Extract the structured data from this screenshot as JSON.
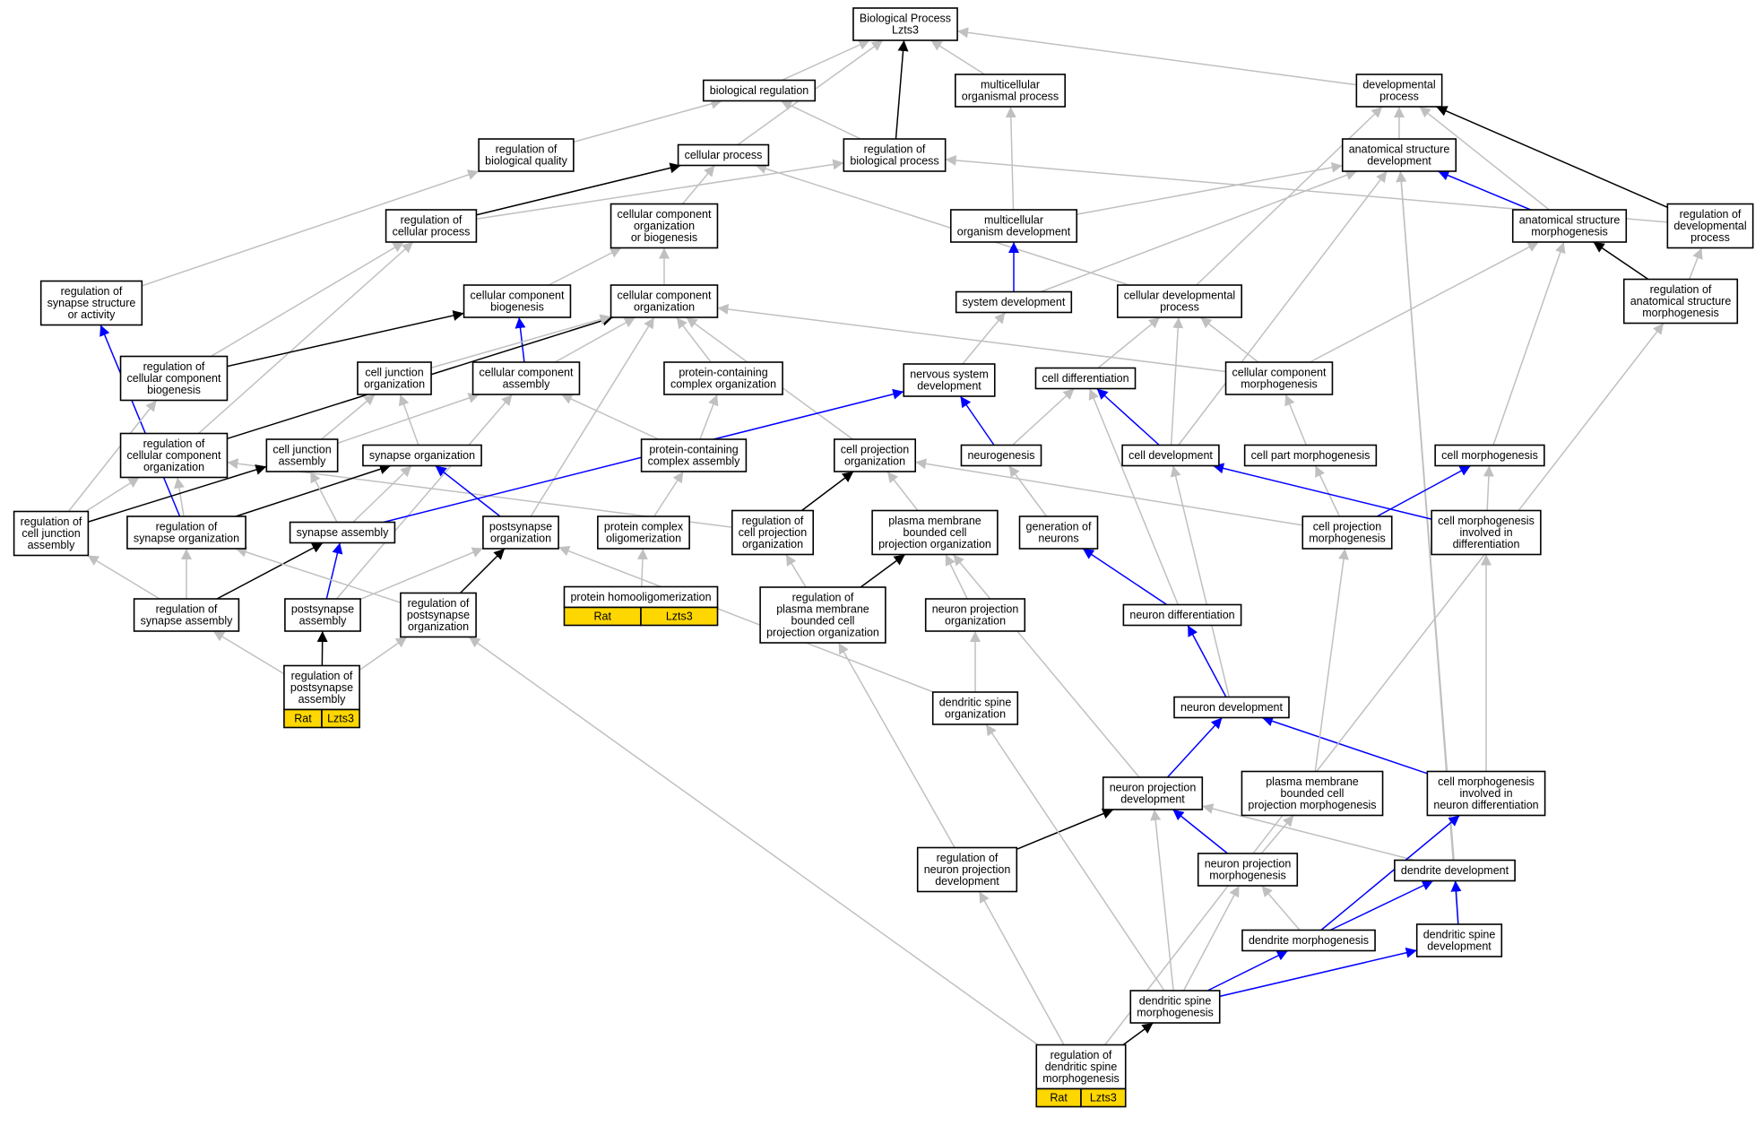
{
  "colors": {
    "is_a": "#C0C0C0",
    "part_of": "#0000FF",
    "regulates": "#000000",
    "annotation": "#FFD700"
  },
  "nodes": [
    {
      "id": "root",
      "label": "Biological Process\nLzts3"
    },
    {
      "id": "bioreg",
      "label": "biological regulation"
    },
    {
      "id": "mop",
      "label": "multicellular\norganismal process"
    },
    {
      "id": "devp",
      "label": "developmental\nprocess"
    },
    {
      "id": "rbq",
      "label": "regulation of\nbiological quality"
    },
    {
      "id": "cp",
      "label": "cellular process"
    },
    {
      "id": "rbp",
      "label": "regulation of\nbiological process"
    },
    {
      "id": "asd",
      "label": "anatomical structure\ndevelopment"
    },
    {
      "id": "rcp",
      "label": "regulation of\ncellular process"
    },
    {
      "id": "ccob",
      "label": "cellular component\norganization\nor biogenesis"
    },
    {
      "id": "mod",
      "label": "multicellular\norganism development"
    },
    {
      "id": "asm",
      "label": "anatomical structure\nmorphogenesis"
    },
    {
      "id": "rdp",
      "label": "regulation of\ndevelopmental\nprocess"
    },
    {
      "id": "rssa",
      "label": "regulation of\nsynapse structure\nor activity"
    },
    {
      "id": "ccb",
      "label": "cellular component\nbiogenesis"
    },
    {
      "id": "cco",
      "label": "cellular component\norganization"
    },
    {
      "id": "sysd",
      "label": "system development"
    },
    {
      "id": "cdp",
      "label": "cellular developmental\nprocess"
    },
    {
      "id": "rasm",
      "label": "regulation of\nanatomical structure\nmorphogenesis"
    },
    {
      "id": "rccb",
      "label": "regulation of\ncellular component\nbiogenesis"
    },
    {
      "id": "cjo",
      "label": "cell junction\norganization"
    },
    {
      "id": "cca",
      "label": "cellular component\nassembly"
    },
    {
      "id": "pcco",
      "label": "protein-containing\ncomplex organization"
    },
    {
      "id": "nsd",
      "label": "nervous system\ndevelopment"
    },
    {
      "id": "cdiff",
      "label": "cell differentiation"
    },
    {
      "id": "ccm",
      "label": "cellular component\nmorphogenesis"
    },
    {
      "id": "rcco",
      "label": "regulation of\ncellular component\norganization"
    },
    {
      "id": "cja",
      "label": "cell junction\nassembly"
    },
    {
      "id": "so",
      "label": "synapse organization"
    },
    {
      "id": "pcca",
      "label": "protein-containing\ncomplex assembly"
    },
    {
      "id": "cpo",
      "label": "cell projection\norganization"
    },
    {
      "id": "neurog",
      "label": "neurogenesis"
    },
    {
      "id": "celldev",
      "label": "cell development"
    },
    {
      "id": "cpm",
      "label": "cell part morphogenesis"
    },
    {
      "id": "cm",
      "label": "cell morphogenesis"
    },
    {
      "id": "rcja",
      "label": "regulation of\ncell junction\nassembly"
    },
    {
      "id": "rso",
      "label": "regulation of\nsynapse organization"
    },
    {
      "id": "sa",
      "label": "synapse assembly"
    },
    {
      "id": "pso",
      "label": "postsynapse\norganization"
    },
    {
      "id": "pco",
      "label": "protein complex\noligomerization"
    },
    {
      "id": "rcpo",
      "label": "regulation of\ncell projection\norganization"
    },
    {
      "id": "pmbcpo",
      "label": "plasma membrane\nbounded cell\nprojection organization"
    },
    {
      "id": "gon",
      "label": "generation of\nneurons"
    },
    {
      "id": "cprojm",
      "label": "cell projection\nmorphogenesis"
    },
    {
      "id": "cmid",
      "label": "cell morphogenesis\ninvolved in\ndifferentiation"
    },
    {
      "id": "rsa",
      "label": "regulation of\nsynapse assembly"
    },
    {
      "id": "psa",
      "label": "postsynapse\nassembly"
    },
    {
      "id": "rpso",
      "label": "regulation of\npostsynapse\norganization"
    },
    {
      "id": "pho",
      "label": "protein homooligomerization",
      "annot": [
        "Rat",
        "Lzts3"
      ]
    },
    {
      "id": "rpmbcpo",
      "label": "regulation of\nplasma membrane\nbounded cell\nprojection organization"
    },
    {
      "id": "npo",
      "label": "neuron projection\norganization"
    },
    {
      "id": "ndiff",
      "label": "neuron differentiation"
    },
    {
      "id": "rpsa",
      "label": "regulation of\npostsynapse\nassembly",
      "annot": [
        "Rat",
        "Lzts3"
      ]
    },
    {
      "id": "dso",
      "label": "dendritic spine\norganization"
    },
    {
      "id": "nd",
      "label": "neuron development"
    },
    {
      "id": "npd",
      "label": "neuron projection\ndevelopment"
    },
    {
      "id": "pmbcpm",
      "label": "plasma membrane\nbounded cell\nprojection morphogenesis"
    },
    {
      "id": "cmind",
      "label": "cell morphogenesis\ninvolved in\nneuron differentiation"
    },
    {
      "id": "rnpd",
      "label": "regulation of\nneuron projection\ndevelopment"
    },
    {
      "id": "npm",
      "label": "neuron projection\nmorphogenesis"
    },
    {
      "id": "dd",
      "label": "dendrite development"
    },
    {
      "id": "dm",
      "label": "dendrite morphogenesis"
    },
    {
      "id": "dsd",
      "label": "dendritic spine\ndevelopment"
    },
    {
      "id": "dsm",
      "label": "dendritic spine\nmorphogenesis"
    },
    {
      "id": "rdsm",
      "label": "regulation of\ndendritic spine\nmorphogenesis",
      "annot": [
        "Rat",
        "Lzts3"
      ]
    }
  ],
  "edges": [
    {
      "from": "bioreg",
      "to": "root",
      "type": "is_a"
    },
    {
      "from": "mop",
      "to": "root",
      "type": "is_a"
    },
    {
      "from": "devp",
      "to": "root",
      "type": "is_a"
    },
    {
      "from": "cp",
      "to": "root",
      "type": "is_a"
    },
    {
      "from": "rbp",
      "to": "root",
      "type": "regulates"
    },
    {
      "from": "rbq",
      "to": "bioreg",
      "type": "is_a"
    },
    {
      "from": "rbp",
      "to": "bioreg",
      "type": "is_a"
    },
    {
      "from": "asd",
      "to": "devp",
      "type": "is_a"
    },
    {
      "from": "rdp",
      "to": "devp",
      "type": "regulates"
    },
    {
      "from": "asm",
      "to": "devp",
      "type": "is_a"
    },
    {
      "from": "cdp",
      "to": "devp",
      "type": "is_a"
    },
    {
      "from": "rssa",
      "to": "rbq",
      "type": "is_a"
    },
    {
      "from": "rcp",
      "to": "cp",
      "type": "regulates"
    },
    {
      "from": "rcp",
      "to": "rbp",
      "type": "is_a"
    },
    {
      "from": "ccob",
      "to": "cp",
      "type": "is_a"
    },
    {
      "from": "cdp",
      "to": "cp",
      "type": "is_a"
    },
    {
      "from": "rdp",
      "to": "rbp",
      "type": "is_a"
    },
    {
      "from": "mod",
      "to": "mop",
      "type": "is_a"
    },
    {
      "from": "mod",
      "to": "asd",
      "type": "is_a"
    },
    {
      "from": "sysd",
      "to": "asd",
      "type": "is_a"
    },
    {
      "from": "asm",
      "to": "asd",
      "type": "part_of"
    },
    {
      "from": "celldev",
      "to": "asd",
      "type": "is_a"
    },
    {
      "from": "dd",
      "to": "asd",
      "type": "is_a"
    },
    {
      "from": "dsd",
      "to": "asd",
      "type": "is_a"
    },
    {
      "from": "sysd",
      "to": "mod",
      "type": "part_of"
    },
    {
      "from": "rasm",
      "to": "asm",
      "type": "regulates"
    },
    {
      "from": "rasm",
      "to": "rdp",
      "type": "is_a"
    },
    {
      "from": "ccm",
      "to": "asm",
      "type": "is_a"
    },
    {
      "from": "cm",
      "to": "asm",
      "type": "is_a"
    },
    {
      "from": "rccb",
      "to": "rcp",
      "type": "is_a"
    },
    {
      "from": "rcco",
      "to": "rcp",
      "type": "is_a"
    },
    {
      "from": "ccb",
      "to": "ccob",
      "type": "is_a"
    },
    {
      "from": "cco",
      "to": "ccob",
      "type": "is_a"
    },
    {
      "from": "rccb",
      "to": "ccb",
      "type": "regulates"
    },
    {
      "from": "cca",
      "to": "ccb",
      "type": "part_of"
    },
    {
      "from": "rcco",
      "to": "cco",
      "type": "regulates"
    },
    {
      "from": "cjo",
      "to": "cco",
      "type": "is_a"
    },
    {
      "from": "cca",
      "to": "cco",
      "type": "is_a"
    },
    {
      "from": "pcco",
      "to": "cco",
      "type": "is_a"
    },
    {
      "from": "ccm",
      "to": "cco",
      "type": "is_a"
    },
    {
      "from": "cpo",
      "to": "cco",
      "type": "is_a"
    },
    {
      "from": "pso",
      "to": "cco",
      "type": "is_a"
    },
    {
      "from": "nsd",
      "to": "sysd",
      "type": "is_a"
    },
    {
      "from": "cdiff",
      "to": "cdp",
      "type": "is_a"
    },
    {
      "from": "celldev",
      "to": "cdp",
      "type": "is_a"
    },
    {
      "from": "ccm",
      "to": "cdp",
      "type": "is_a"
    },
    {
      "from": "rso",
      "to": "rssa",
      "type": "part_of"
    },
    {
      "from": "rcja",
      "to": "rccb",
      "type": "is_a"
    },
    {
      "from": "rcja",
      "to": "rcco",
      "type": "is_a"
    },
    {
      "from": "rso",
      "to": "rcco",
      "type": "is_a"
    },
    {
      "from": "rcpo",
      "to": "rcco",
      "type": "is_a"
    },
    {
      "from": "cja",
      "to": "cjo",
      "type": "is_a"
    },
    {
      "from": "cja",
      "to": "cca",
      "type": "is_a"
    },
    {
      "from": "pcca",
      "to": "cca",
      "type": "is_a"
    },
    {
      "from": "psa",
      "to": "cca",
      "type": "is_a"
    },
    {
      "from": "pcca",
      "to": "pcco",
      "type": "is_a"
    },
    {
      "from": "so",
      "to": "cjo",
      "type": "is_a"
    },
    {
      "from": "sa",
      "to": "nsd",
      "type": "part_of"
    },
    {
      "from": "neurog",
      "to": "nsd",
      "type": "part_of"
    },
    {
      "from": "neurog",
      "to": "cdiff",
      "type": "is_a"
    },
    {
      "from": "celldev",
      "to": "cdiff",
      "type": "part_of"
    },
    {
      "from": "ndiff",
      "to": "cdiff",
      "type": "is_a"
    },
    {
      "from": "cpm",
      "to": "ccm",
      "type": "is_a"
    },
    {
      "from": "rcja",
      "to": "cja",
      "type": "regulates"
    },
    {
      "from": "rso",
      "to": "so",
      "type": "regulates"
    },
    {
      "from": "sa",
      "to": "so",
      "type": "is_a"
    },
    {
      "from": "sa",
      "to": "cja",
      "type": "is_a"
    },
    {
      "from": "pso",
      "to": "so",
      "type": "part_of"
    },
    {
      "from": "pco",
      "to": "pcca",
      "type": "is_a"
    },
    {
      "from": "rcpo",
      "to": "cpo",
      "type": "regulates"
    },
    {
      "from": "pmbcpo",
      "to": "cpo",
      "type": "is_a"
    },
    {
      "from": "cprojm",
      "to": "cpo",
      "type": "is_a"
    },
    {
      "from": "gon",
      "to": "neurog",
      "type": "is_a"
    },
    {
      "from": "nd",
      "to": "celldev",
      "type": "is_a"
    },
    {
      "from": "cprojm",
      "to": "cpm",
      "type": "is_a"
    },
    {
      "from": "cmid",
      "to": "cm",
      "type": "is_a"
    },
    {
      "from": "cprojm",
      "to": "cm",
      "type": "part_of"
    },
    {
      "from": "cmid",
      "to": "celldev",
      "type": "part_of"
    },
    {
      "from": "rsa",
      "to": "rcja",
      "type": "is_a"
    },
    {
      "from": "rsa",
      "to": "rso",
      "type": "is_a"
    },
    {
      "from": "rsa",
      "to": "sa",
      "type": "regulates"
    },
    {
      "from": "psa",
      "to": "sa",
      "type": "part_of"
    },
    {
      "from": "psa",
      "to": "pso",
      "type": "is_a"
    },
    {
      "from": "rpso",
      "to": "pso",
      "type": "regulates"
    },
    {
      "from": "rpso",
      "to": "rso",
      "type": "is_a"
    },
    {
      "from": "pho",
      "to": "pco",
      "type": "is_a"
    },
    {
      "from": "rpmbcpo",
      "to": "rcpo",
      "type": "is_a"
    },
    {
      "from": "rpmbcpo",
      "to": "pmbcpo",
      "type": "regulates"
    },
    {
      "from": "npo",
      "to": "pmbcpo",
      "type": "is_a"
    },
    {
      "from": "ndiff",
      "to": "gon",
      "type": "part_of"
    },
    {
      "from": "nd",
      "to": "ndiff",
      "type": "part_of"
    },
    {
      "from": "rpsa",
      "to": "psa",
      "type": "regulates"
    },
    {
      "from": "rpsa",
      "to": "rsa",
      "type": "is_a"
    },
    {
      "from": "rpsa",
      "to": "rpso",
      "type": "is_a"
    },
    {
      "from": "dso",
      "to": "npo",
      "type": "is_a"
    },
    {
      "from": "dso",
      "to": "pso",
      "type": "is_a"
    },
    {
      "from": "npd",
      "to": "nd",
      "type": "part_of"
    },
    {
      "from": "npd",
      "to": "pmbcpo",
      "type": "is_a"
    },
    {
      "from": "cmind",
      "to": "nd",
      "type": "part_of"
    },
    {
      "from": "cmind",
      "to": "cmid",
      "type": "is_a"
    },
    {
      "from": "pmbcpm",
      "to": "cprojm",
      "type": "is_a"
    },
    {
      "from": "rnpd",
      "to": "npd",
      "type": "regulates"
    },
    {
      "from": "rnpd",
      "to": "rpmbcpo",
      "type": "is_a"
    },
    {
      "from": "npm",
      "to": "npd",
      "type": "part_of"
    },
    {
      "from": "npm",
      "to": "pmbcpm",
      "type": "is_a"
    },
    {
      "from": "dd",
      "to": "npd",
      "type": "is_a"
    },
    {
      "from": "dm",
      "to": "npm",
      "type": "is_a"
    },
    {
      "from": "dm",
      "to": "dd",
      "type": "part_of"
    },
    {
      "from": "dm",
      "to": "cmind",
      "type": "part_of"
    },
    {
      "from": "dsd",
      "to": "dd",
      "type": "part_of"
    },
    {
      "from": "dsm",
      "to": "dm",
      "type": "part_of"
    },
    {
      "from": "dsm",
      "to": "dsd",
      "type": "part_of"
    },
    {
      "from": "dsm",
      "to": "npm",
      "type": "is_a"
    },
    {
      "from": "dsm",
      "to": "npd",
      "type": "is_a"
    },
    {
      "from": "dsm",
      "to": "dso",
      "type": "is_a"
    },
    {
      "from": "rdsm",
      "to": "dsm",
      "type": "regulates"
    },
    {
      "from": "rdsm",
      "to": "rnpd",
      "type": "is_a"
    },
    {
      "from": "rdsm",
      "to": "rpso",
      "type": "is_a"
    },
    {
      "from": "rdsm",
      "to": "rasm",
      "type": "is_a"
    }
  ]
}
